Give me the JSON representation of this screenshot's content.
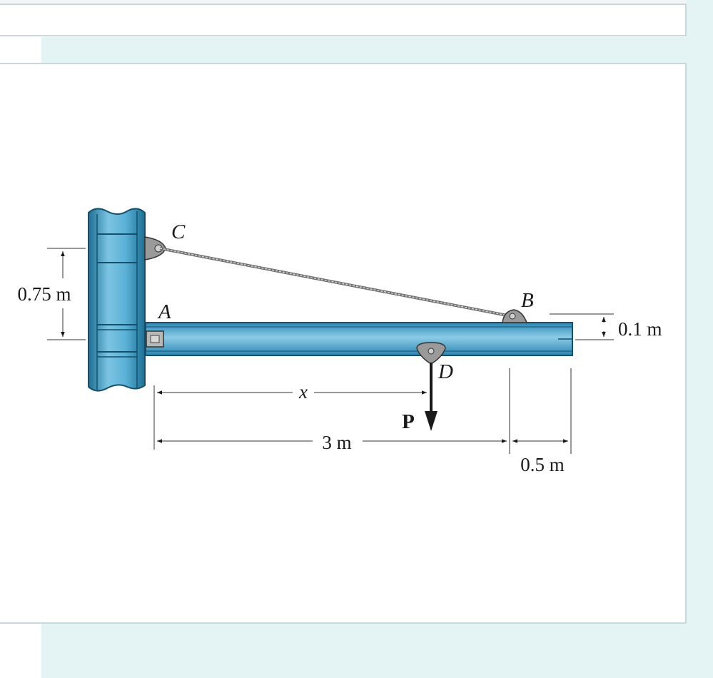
{
  "diagram": {
    "points": {
      "A": "A",
      "B": "B",
      "C": "C",
      "D": "D"
    },
    "dimensions": {
      "height_CA": "0.75 m",
      "height_B": "0.1 m",
      "x_dist": "x",
      "length_AB_main": "3 m",
      "length_tail": "0.5 m"
    },
    "load": "P",
    "colors": {
      "steel": "#3a9ec8",
      "steel_dark": "#1c6f95",
      "steel_light": "#7cc4e2",
      "bracket": "#9a9a9a",
      "cable": "#808080",
      "background_tint": "#e4f3f4"
    }
  }
}
